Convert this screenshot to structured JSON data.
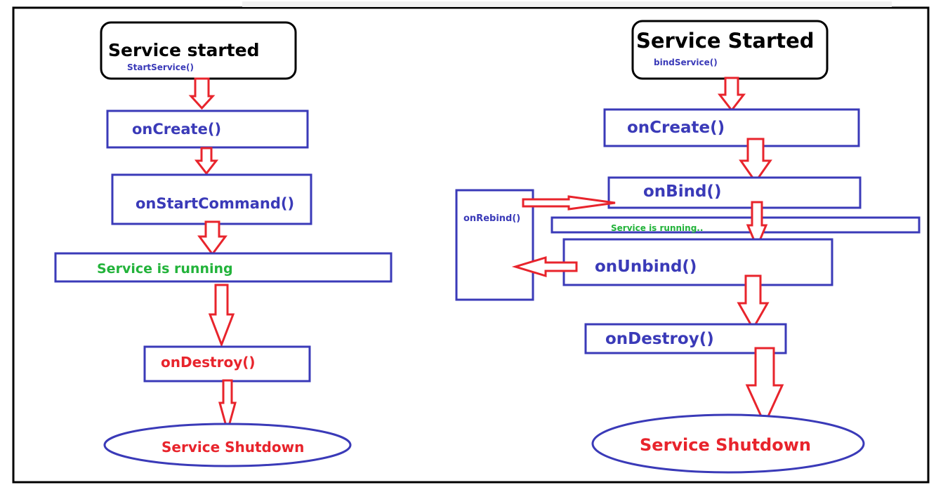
{
  "left": {
    "start_title": "Service started",
    "start_sub": "StartService()",
    "on_create": "onCreate()",
    "on_start_command": "onStartCommand()",
    "running": "Service is running",
    "on_destroy": "onDestroy()",
    "shutdown": "Service Shutdown"
  },
  "right": {
    "start_title": "Service Started",
    "start_sub": "bindService()",
    "on_create": "onCreate()",
    "on_bind": "onBind()",
    "on_rebind": "onRebind()",
    "running": "Service is running..",
    "on_unbind": "onUnbind()",
    "on_destroy": "onDestroy()",
    "shutdown": "Service Shutdown"
  },
  "colors": {
    "box_stroke": "#3a3ab8",
    "arrow_stroke": "#e8242c",
    "running_text": "#22b33a",
    "label_text": "#3a3ab8",
    "destroy_text": "#e8242c"
  }
}
